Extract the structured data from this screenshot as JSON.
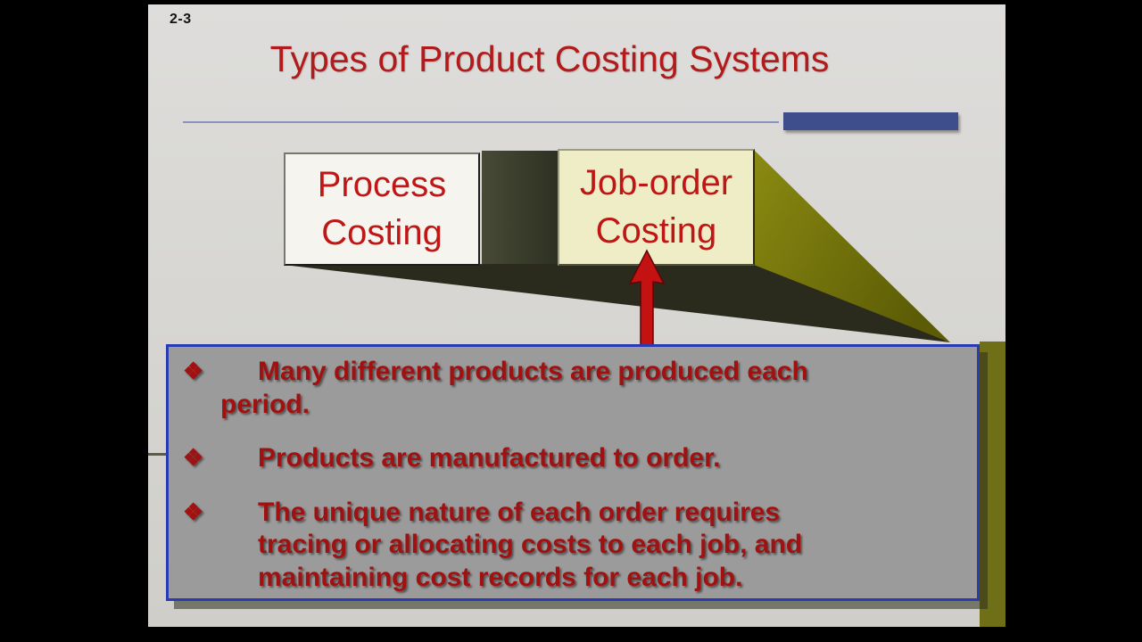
{
  "slide": {
    "page_number": "2-3",
    "title": "Types of Product Costing Systems",
    "colors": {
      "title_red": "#b21b1b",
      "bullet_text_red": "#a01212",
      "box_label_red": "#c01616",
      "callout_panel_gray": "#9b9b9b",
      "callout_border_blue": "#2a3ab0",
      "accent_bar_blue": "#3e4e8c",
      "wedge_olive": "#7a7a10",
      "wedge_dark": "#2b2b1d",
      "job_box_yellow": "#efedc6",
      "process_box_white": "#f5f4ee",
      "arrow_red": "#c41212"
    },
    "diagram": {
      "process_box": {
        "label": "Process\nCosting"
      },
      "job_order_box": {
        "label": "Job-order\nCosting"
      },
      "arrow_icon": "up-arrow"
    },
    "callout": {
      "bullets": [
        {
          "marker": "❖",
          "text": "Many different products are produced each\nperiod."
        },
        {
          "marker": "❖",
          "text": "Products are manufactured to order."
        },
        {
          "marker": "❖",
          "text": "The unique nature of each order requires\ntracing or allocating costs to each job, and\nmaintaining cost records for each job."
        }
      ]
    }
  }
}
